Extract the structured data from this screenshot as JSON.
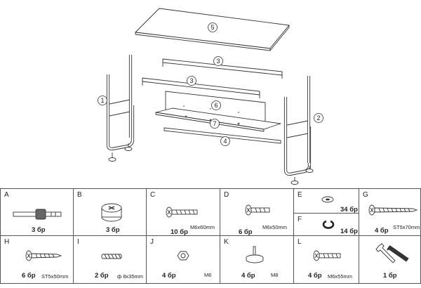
{
  "callouts": [
    "5",
    "3",
    "3",
    "6",
    "7",
    "4",
    "1",
    "2"
  ],
  "parts": [
    {
      "letter": "A",
      "qty": "3 бр",
      "spec": ""
    },
    {
      "letter": "B",
      "qty": "3 бр",
      "spec": ""
    },
    {
      "letter": "C",
      "qty": "10 бр",
      "spec": "M6x60mm"
    },
    {
      "letter": "D",
      "qty": "6 бр",
      "spec": "M6x50mm"
    },
    {
      "letter": "E",
      "qty": "34 бр",
      "spec": ""
    },
    {
      "letter": "F",
      "qty": "14 бр",
      "spec": ""
    },
    {
      "letter": "G",
      "qty": "4 бр",
      "spec": "ST5x70mm"
    },
    {
      "letter": "H",
      "qty": "6 бр",
      "spec": "ST5x50mm"
    },
    {
      "letter": "I",
      "qty": "2 бр",
      "spec": "ф 8x35mm"
    },
    {
      "letter": "J",
      "qty": "4 бр",
      "spec": "M6"
    },
    {
      "letter": "K",
      "qty": "4 бр",
      "spec": "M8"
    },
    {
      "letter": "L",
      "qty": "4 бр",
      "spec": "M6x55mm"
    },
    {
      "letter": "",
      "qty": "1 бр",
      "spec": ""
    }
  ]
}
